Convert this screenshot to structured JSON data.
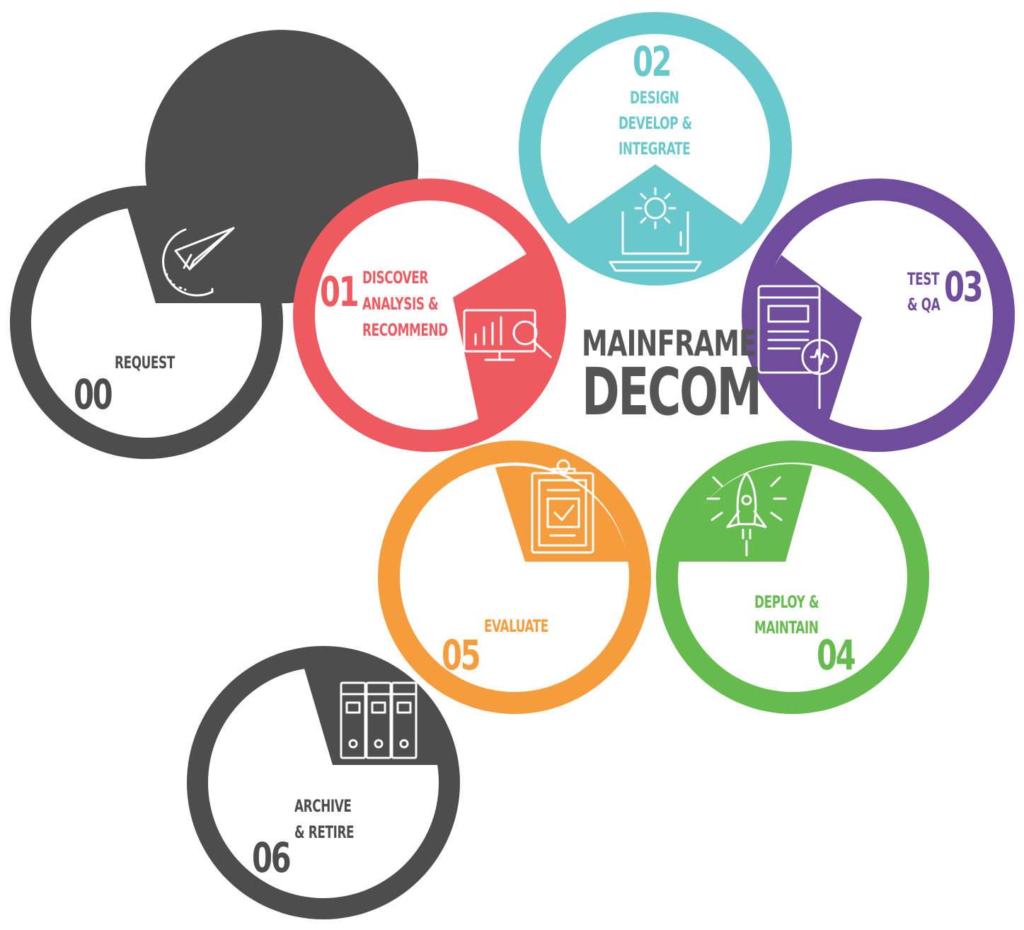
{
  "title": {
    "line1": "MAINFRAME",
    "line2": "DECOM"
  },
  "colors": {
    "gray": "#4d4d4d",
    "red": "#ee5a60",
    "teal": "#68c8cb",
    "purple": "#6f4c9c",
    "green": "#66bb4e",
    "orange": "#f59c3c",
    "title": "#555555"
  },
  "steps": [
    {
      "number": "00",
      "lines": [
        "REQUEST"
      ],
      "color": "#4d4d4d",
      "icon": "paper-plane-chat-icon"
    },
    {
      "number": "01",
      "lines": [
        "DISCOVER",
        "ANALYSIS &",
        "RECOMMEND"
      ],
      "color": "#ee5a60",
      "icon": "monitor-chart-search-icon"
    },
    {
      "number": "02",
      "lines": [
        "DESIGN",
        "DEVELOP &",
        "INTEGRATE"
      ],
      "color": "#68c8cb",
      "icon": "laptop-gear-icon"
    },
    {
      "number": "03",
      "lines": [
        "TEST",
        "& QA"
      ],
      "color": "#6f4c9c",
      "icon": "document-magnifier-icon"
    },
    {
      "number": "04",
      "lines": [
        "DEPLOY &",
        "MAINTAIN"
      ],
      "color": "#66bb4e",
      "icon": "rocket-launch-icon"
    },
    {
      "number": "05",
      "lines": [
        "EVALUATE"
      ],
      "color": "#f59c3c",
      "icon": "clipboard-check-icon"
    },
    {
      "number": "06",
      "lines": [
        "ARCHIVE",
        "& RETIRE"
      ],
      "color": "#4d4d4d",
      "icon": "binders-archive-icon"
    }
  ]
}
